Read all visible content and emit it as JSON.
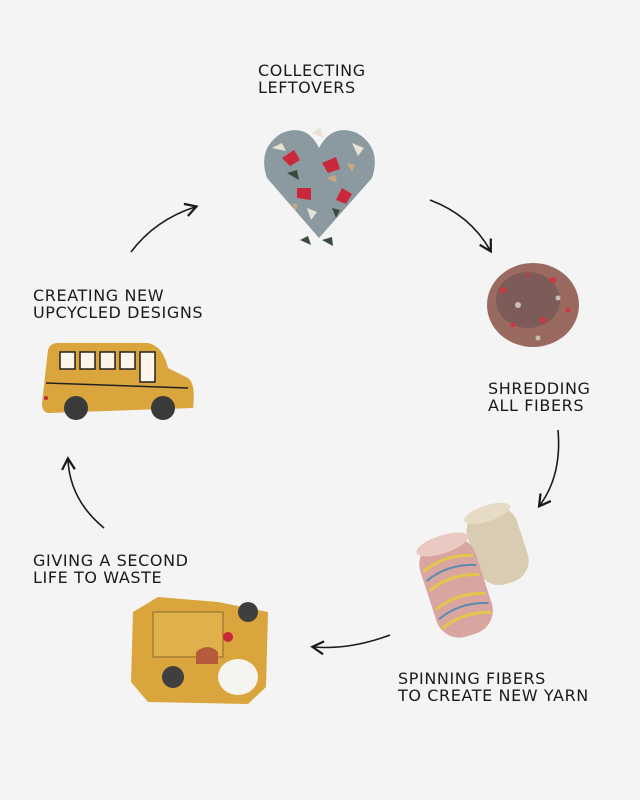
{
  "steps": [
    {
      "line1": "COLLECTING",
      "line2": "LEFTOVERS",
      "image": "fabric-scraps-heart"
    },
    {
      "line1": "SHREDDING",
      "line2": "ALL FIBERS",
      "image": "shredded-fiber-ball"
    },
    {
      "line1": "SPINNING FIBERS",
      "line2": "TO CREATE NEW YARN",
      "image": "yarn-spools"
    },
    {
      "line1": "GIVING A SECOND",
      "line2": "LIFE TO WASTE",
      "image": "fabric-waste-collage"
    },
    {
      "line1": "CREATING NEW",
      "line2": "UPCYCLED DESIGNS",
      "image": "school-bus-toy"
    }
  ],
  "colors": {
    "background": "#f4f4f4",
    "text": "#1a1a1a",
    "bus": "#d9a53c"
  }
}
